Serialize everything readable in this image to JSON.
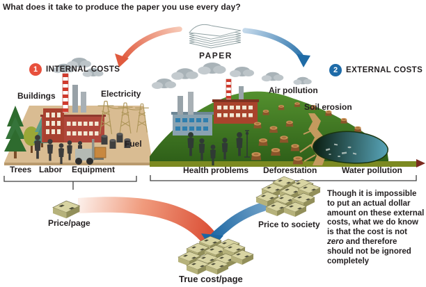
{
  "title": "What does it take to produce the paper you use every day?",
  "paper_label": "PAPER",
  "internal": {
    "badge": "1",
    "heading": "INTERNAL COSTS",
    "buildings": "Buildings",
    "electricity": "Electricity",
    "fuel": "Fuel",
    "bottom_labels": [
      "Trees",
      "Labor",
      "Equipment"
    ],
    "price_label": "Price/page"
  },
  "external": {
    "badge": "2",
    "heading": "EXTERNAL COSTS",
    "air_pollution": "Air pollution",
    "soil_erosion": "Soil erosion",
    "bottom_labels": [
      "Health problems",
      "Deforestation",
      "Water pollution"
    ],
    "price_label": "Price to society"
  },
  "result_label": "True cost/page",
  "note": {
    "pre": "Though it is impossible to put an actual dollar amount on these external costs, what we do know is that the cost is not ",
    "italic": "zero",
    "post": " and therefore should not be ignored completely"
  },
  "colors": {
    "internal_accent": "#e8503c",
    "external_accent": "#1e6ba8",
    "text": "#231f20",
    "hill_green": "#3f7a26",
    "ground_tan": "#d9bc92",
    "money_khaki": "#d8d4a2"
  }
}
